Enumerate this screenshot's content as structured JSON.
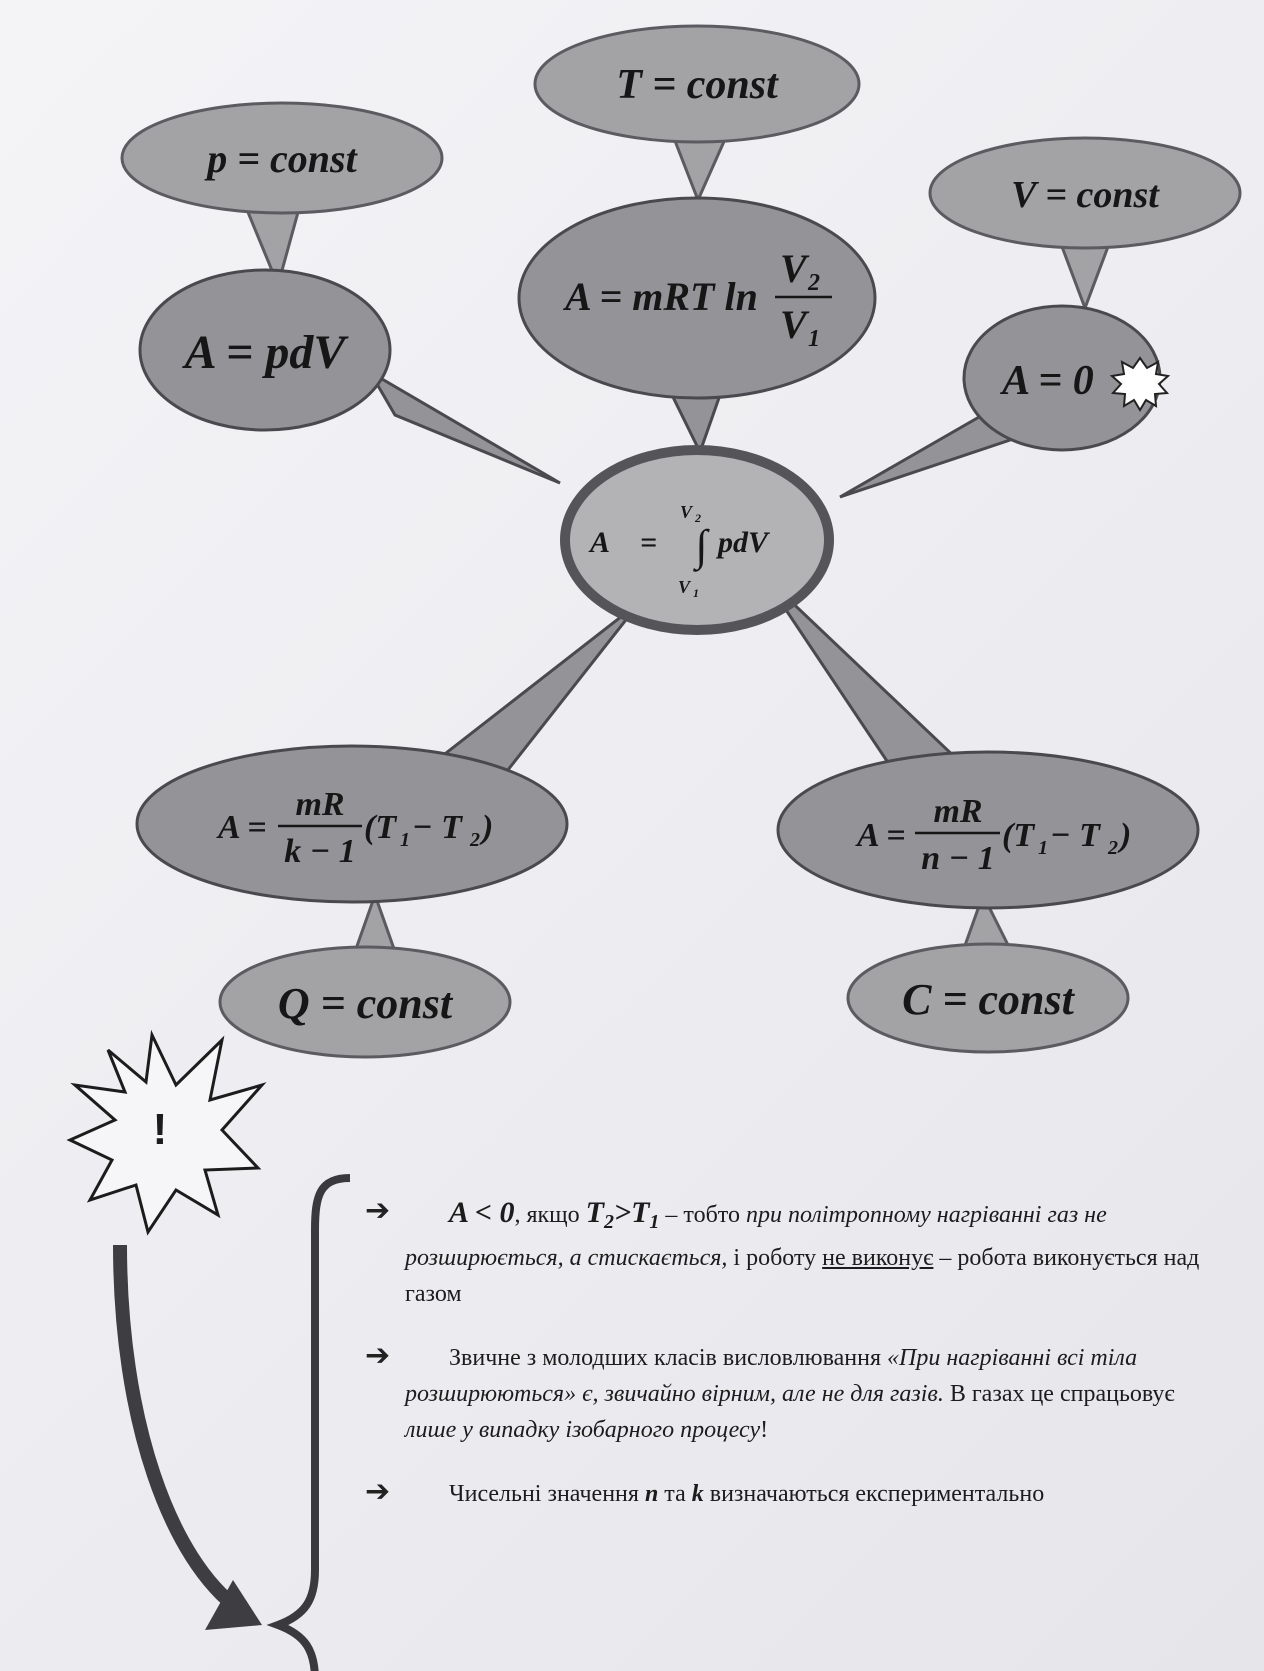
{
  "center": {
    "lhs": "A",
    "eq": "=",
    "integral": "∫",
    "integrand": "pdV",
    "upper": "V",
    "upper_sub": "2",
    "lower": "V",
    "lower_sub": "1"
  },
  "isobaric": {
    "condition": "p = const",
    "formula": "A = pdV"
  },
  "isothermal": {
    "condition": "T = const",
    "formula_prefix": "A = mRT ln",
    "num": "V",
    "num_sub": "2",
    "den": "V",
    "den_sub": "1"
  },
  "isochoric": {
    "condition": "V  = const",
    "formula": "A = 0"
  },
  "adiabatic": {
    "condition": "Q = const",
    "lhs": "A =",
    "num": "mR",
    "den": "k − 1",
    "paren": "(T",
    "t1": "1",
    "minus": " − T",
    "t2": "2",
    "close": ")"
  },
  "polytropic": {
    "condition": "C = const",
    "lhs": "A =",
    "num": "mR",
    "den": "n − 1",
    "paren": "(T",
    "t1": "1",
    "minus": " − T",
    "t2": "2",
    "close": ")"
  },
  "exclamation": "!",
  "notes": {
    "n1": {
      "a": "A < 0",
      "b": ",  якщо  ",
      "c": "T",
      "c_sub": "2",
      "d": ">T",
      "d_sub": "1",
      "e": " – тобто ",
      "f": "при політропному нагріванні газ не розширюється, а стискається,",
      "g": " і роботу ",
      "h": "не виконує",
      "i": " – робота виконується над газом"
    },
    "n2": {
      "a": "Звичне з молодших класів висловлювання ",
      "b": "«При нагріванні всі тіла розширюються» є, звичайно вірним, але не для газів.",
      "c": " В газах це спрацьовує ",
      "d": "лише у випадку ізобарного процесу",
      "e": "!"
    },
    "n3": {
      "a": "Чисельні значення ",
      "b": "n",
      "c": " та ",
      "d": "k",
      "e": " визначаються експериментально"
    }
  }
}
